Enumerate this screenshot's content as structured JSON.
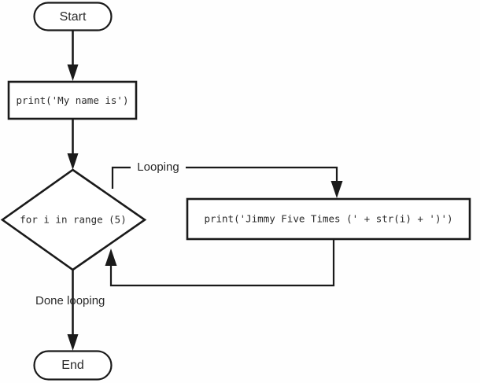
{
  "diagram": {
    "type": "flowchart",
    "title": "",
    "background_color": "#fefefe",
    "line_color": "#1a1a1a",
    "text_color": "#2a2a2a",
    "nodes": [
      {
        "id": "start",
        "shape": "terminal",
        "label": "Start"
      },
      {
        "id": "print_name",
        "shape": "process",
        "label": "print('My name is')"
      },
      {
        "id": "for_loop",
        "shape": "decision",
        "label": "for i in range (5)"
      },
      {
        "id": "print_jimmy",
        "shape": "process",
        "label": "print('Jimmy Five Times (' + str(i) + ')')"
      },
      {
        "id": "end",
        "shape": "terminal",
        "label": "End"
      }
    ],
    "edges": [
      {
        "id": "start-to-print-name",
        "from": "start",
        "to": "print_name",
        "label": ""
      },
      {
        "id": "print-name-to-for-loop",
        "from": "print_name",
        "to": "for_loop",
        "label": ""
      },
      {
        "id": "for-loop-to-print-jimmy",
        "from": "for_loop",
        "to": "print_jimmy",
        "label": "Looping"
      },
      {
        "id": "print-jimmy-back-to-for-loop",
        "from": "print_jimmy",
        "to": "for_loop",
        "label": ""
      },
      {
        "id": "for-loop-to-end",
        "from": "for_loop",
        "to": "end",
        "label": "Done looping"
      }
    ]
  }
}
